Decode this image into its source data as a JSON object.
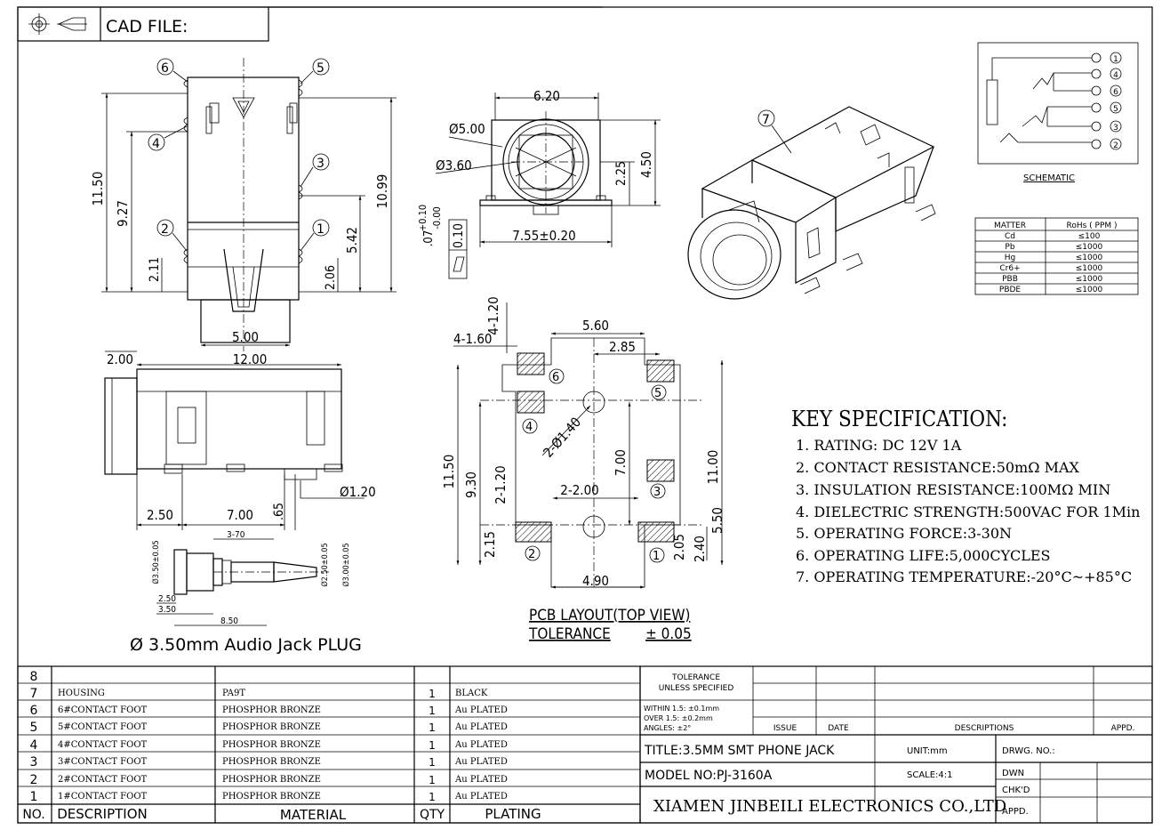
{
  "header": {
    "cad_label": "CAD FILE:"
  },
  "dims_top": {
    "d1150": "11.50",
    "d927": "9.27",
    "d211": "2.11",
    "d206": "2.06",
    "d542": "5.42",
    "d1099": "10.99",
    "d500": "5.00"
  },
  "pins": [
    "1",
    "2",
    "3",
    "4",
    "5",
    "6",
    "7"
  ],
  "dims_front": {
    "d620": "6.20",
    "d500dia": "Ø5.00",
    "d360dia": "Ø3.60",
    "d450": "4.50",
    "d225": "2.25",
    "d755": "7.55±0.20",
    "flat_tol": "0.10",
    "tol_plus": "+0.10",
    "tol_base": ".07",
    "tol_minus": "-0.00"
  },
  "dims_side": {
    "d200": "2.00",
    "d1200": "12.00",
    "d250": "2.50",
    "d700": "7.00",
    "d65": ".65",
    "d120dia": "Ø1.20"
  },
  "plug": {
    "d370": "3-70",
    "d350": "Ø3.50±0.05",
    "d250dia": "Ø2.50±0.05",
    "d300": "Ø3.00±0.05",
    "p250": "2.50",
    "p350": "3.50",
    "p850": "8.50",
    "caption": "Ø 3.50mm Audio Jack PLUG"
  },
  "pcb": {
    "d4_160": "4-1.60",
    "d4_120": "4-1.20",
    "d560": "5.60",
    "d285": "2.85",
    "d2_140": "2-Ø1.40",
    "d1150": "11.50",
    "d930": "9.30",
    "d700": "7.00",
    "d1100": "11.00",
    "d2_120": "2-1.20",
    "d2_200": "2-2.00",
    "d215": "2.15",
    "d205": "2.05",
    "d240": "2.40",
    "d550": "5.50",
    "d490": "4.90",
    "title": "PCB LAYOUT(TOP VIEW)",
    "tol_label": "TOLERANCE",
    "tol_value": "± 0.05"
  },
  "schematic": {
    "label": "SCHEMATIC",
    "pins": [
      "1",
      "4",
      "6",
      "5",
      "3",
      "2"
    ]
  },
  "rohs": {
    "headers": [
      "MATTER",
      "RoHs ( PPM )"
    ],
    "rows": [
      [
        "Cd",
        "≤100"
      ],
      [
        "Pb",
        "≤1000"
      ],
      [
        "Hg",
        "≤1000"
      ],
      [
        "Cr6+",
        "≤1000"
      ],
      [
        "PBB",
        "≤1000"
      ],
      [
        "PBDE",
        "≤1000"
      ]
    ]
  },
  "spec": {
    "title": "KEY SPECIFICATION:",
    "items": [
      "1. RATING: DC 12V   1A",
      "2. CONTACT RESISTANCE:50mΩ MAX",
      "3. INSULATION RESISTANCE:100MΩ MIN",
      "4. DIELECTRIC STRENGTH:500VAC FOR 1Min",
      "5. OPERATING FORCE:3-30N",
      "6. OPERATING LIFE:5,000CYCLES",
      "7. OPERATING TEMPERATURE:-20°C~+85°C"
    ]
  },
  "bom": {
    "rows": [
      {
        "no": "8",
        "desc": "",
        "mat": "",
        "qty": "",
        "plating": ""
      },
      {
        "no": "7",
        "desc": "HOUSING",
        "mat": "PA9T",
        "qty": "1",
        "plating": "BLACK"
      },
      {
        "no": "6",
        "desc": "6#CONTACT FOOT",
        "mat": "PHOSPHOR BRONZE",
        "qty": "1",
        "plating": "Au PLATED"
      },
      {
        "no": "5",
        "desc": "5#CONTACT FOOT",
        "mat": "PHOSPHOR BRONZE",
        "qty": "1",
        "plating": "Au PLATED"
      },
      {
        "no": "4",
        "desc": "4#CONTACT FOOT",
        "mat": "PHOSPHOR BRONZE",
        "qty": "1",
        "plating": "Au PLATED"
      },
      {
        "no": "3",
        "desc": "3#CONTACT FOOT",
        "mat": "PHOSPHOR BRONZE",
        "qty": "1",
        "plating": "Au PLATED"
      },
      {
        "no": "2",
        "desc": "2#CONTACT FOOT",
        "mat": "PHOSPHOR BRONZE",
        "qty": "1",
        "plating": "Au PLATED"
      },
      {
        "no": "1",
        "desc": "1#CONTACT FOOT",
        "mat": "PHOSPHOR BRONZE",
        "qty": "1",
        "plating": "Au PLATED"
      }
    ],
    "headers": {
      "no": "NO.",
      "desc": "DESCRIPTION",
      "mat": "MATERIAL",
      "qty": "QTY",
      "plating": "PLATING"
    }
  },
  "title_block": {
    "tol1": "TOLERANCE",
    "tol2": "UNLESS SPECIFIED",
    "within": "WITHIN 1.5: ±0.1mm",
    "over": "OVER 1.5:  ±0.2mm",
    "angles": "ANGLES: ±2°",
    "issue": "ISSUE",
    "date": "DATE",
    "descriptions": "DESCRIPTIONS",
    "appd": "APPD.",
    "title": "TITLE:3.5MM SMT PHONE JACK",
    "unit": "UNIT:mm",
    "drwg": "DRWG. NO.:",
    "model": "MODEL NO:PJ-3160A",
    "scale": "SCALE:4:1",
    "dwn": "DWN",
    "chkd": "CHK'D",
    "appd2": "APPD.",
    "company": "XIAMEN JINBEILI ELECTRONICS CO.,LTD"
  }
}
